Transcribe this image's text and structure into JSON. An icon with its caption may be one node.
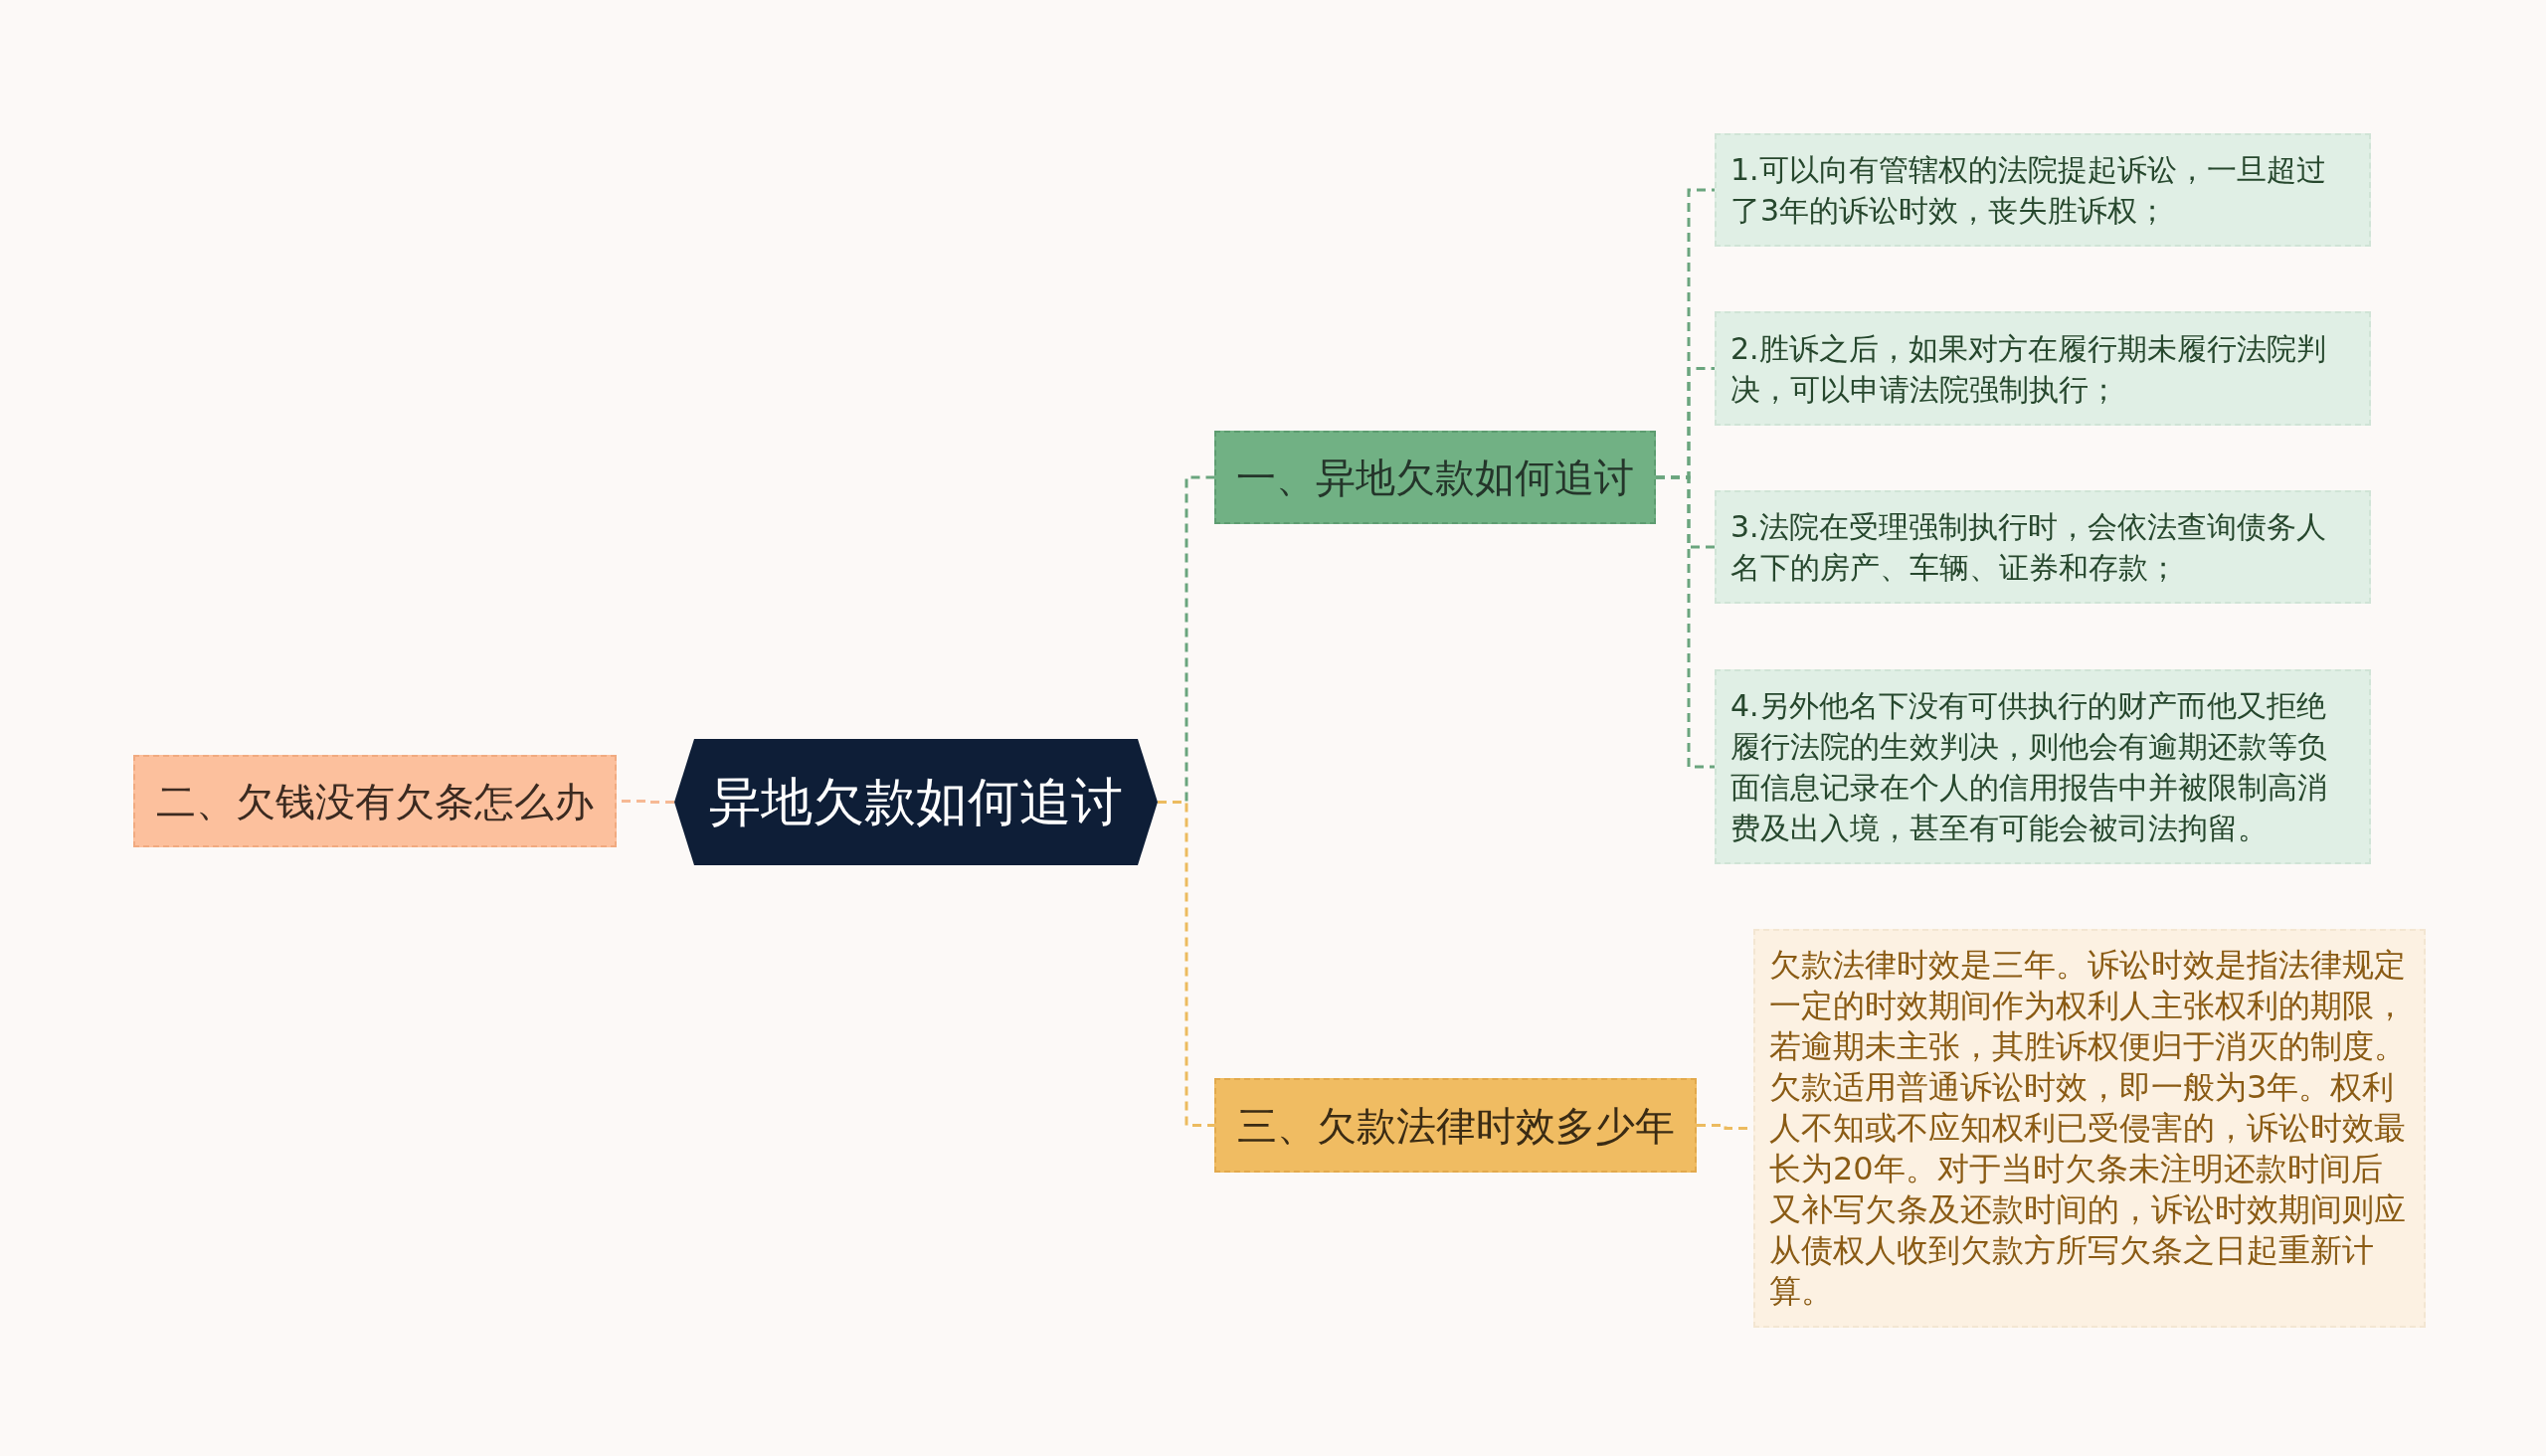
{
  "diagram": {
    "nodes": [
      {
        "text": [
          "异地欠款如何追讨"
        ]
      },
      {
        "text": [
          "二、欠钱没有欠条怎么办"
        ]
      },
      {
        "text": [
          "一、异地欠款如何追讨"
        ]
      },
      {
        "text": [
          "1.可以向有管辖权的法院提起诉讼，一旦超过了3年的诉讼时效，丧失胜诉权；"
        ]
      },
      {
        "text": [
          "2.胜诉之后，如果对方在履行期未履行法院判决，可以申请法院强制执行；"
        ]
      },
      {
        "text": [
          "3.法院在受理强制执行时，会依法查询债务人名下的房产、车辆、证券和存款；"
        ]
      },
      {
        "text": [
          "4.另外他名下没有可供执行的财产而他又拒绝履行法院的生效判决，则他会有逾期还款等负面信息记录在个人的信用报告中并被限制高消费及出入境，甚至有可能会被司法拘留。"
        ]
      },
      {
        "text": [
          "三、欠款法律时效多少年"
        ]
      },
      {
        "text": [
          "欠款法律时效是三年。诉讼时效是指法律规定一定的时效期间作为权利人主张权利的期限，若逾期未主张，其胜诉权便归于消灭的制度。欠款适用普通诉讼时效，即一般为3年。权利人不知或不应知权利已受侵害的，诉讼时效最长为20年。对于当时欠条未注明还款时间后又补写欠条及还款时间的，诉讼时效期间则应从债权人收到欠款方所写欠条之日起重新计算。"
        ]
      }
    ],
    "edges": [
      {
        "from": 0,
        "to": 1,
        "arrow": "none",
        "style": "dashed",
        "color": "#f6b994"
      },
      {
        "from": 0,
        "to": 2,
        "arrow": "none",
        "style": "dashed"
      },
      {
        "from": 2,
        "to": 3,
        "arrow": "none",
        "style": "dashed"
      },
      {
        "from": 2,
        "to": 4,
        "arrow": "none",
        "style": "dashed"
      },
      {
        "from": 2,
        "to": 5,
        "arrow": "none",
        "style": "dashed"
      },
      {
        "from": 2,
        "to": 6,
        "arrow": "none",
        "style": "dashed"
      },
      {
        "from": 0,
        "to": 7,
        "arrow": "none",
        "style": "dashed",
        "color": "#ecbb5f"
      },
      {
        "from": 7,
        "to": 8,
        "arrow": "none",
        "style": "dashed",
        "color": "#ecbb5f"
      }
    ]
  }
}
